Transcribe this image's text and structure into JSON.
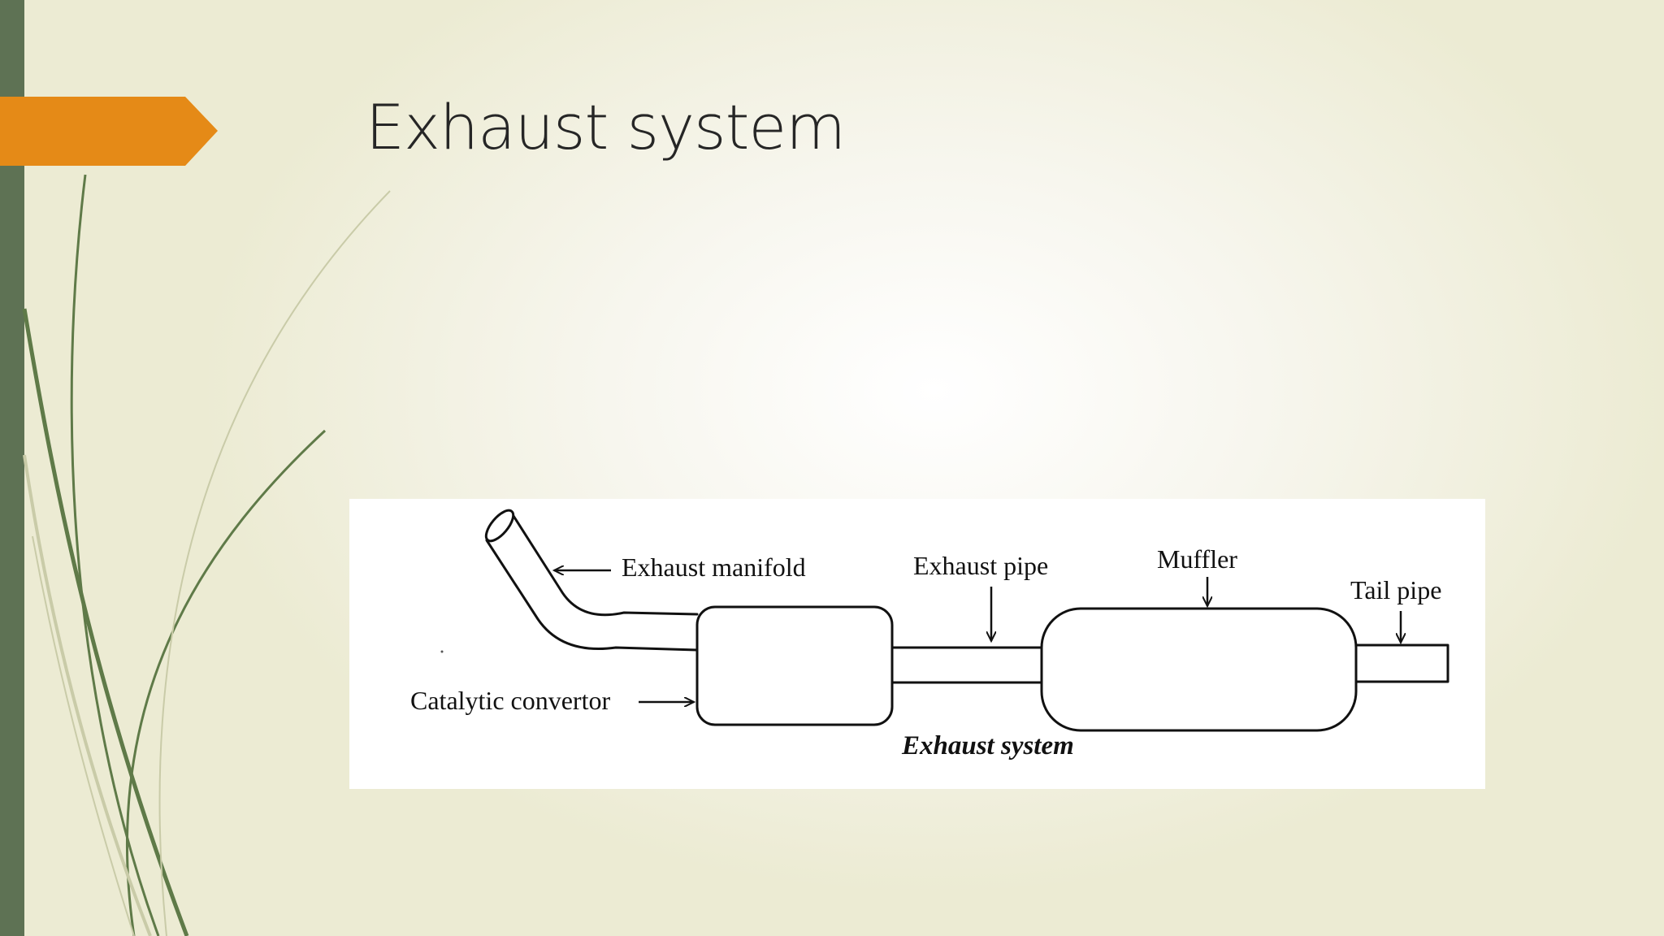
{
  "slide": {
    "title": "Exhaust system",
    "colors": {
      "accent_orange": "#e58a17",
      "side_bar_green": "#5e7254",
      "decor_green": "#5f7a48",
      "decor_light": "#c9cba8",
      "title_text": "#262626"
    }
  },
  "diagram": {
    "labels": {
      "exhaust_manifold": "Exhaust manifold",
      "exhaust_pipe": "Exhaust pipe",
      "muffler": "Muffler",
      "tail_pipe": "Tail pipe",
      "catalytic_convertor": "Catalytic convertor"
    },
    "caption": "Exhaust system"
  }
}
